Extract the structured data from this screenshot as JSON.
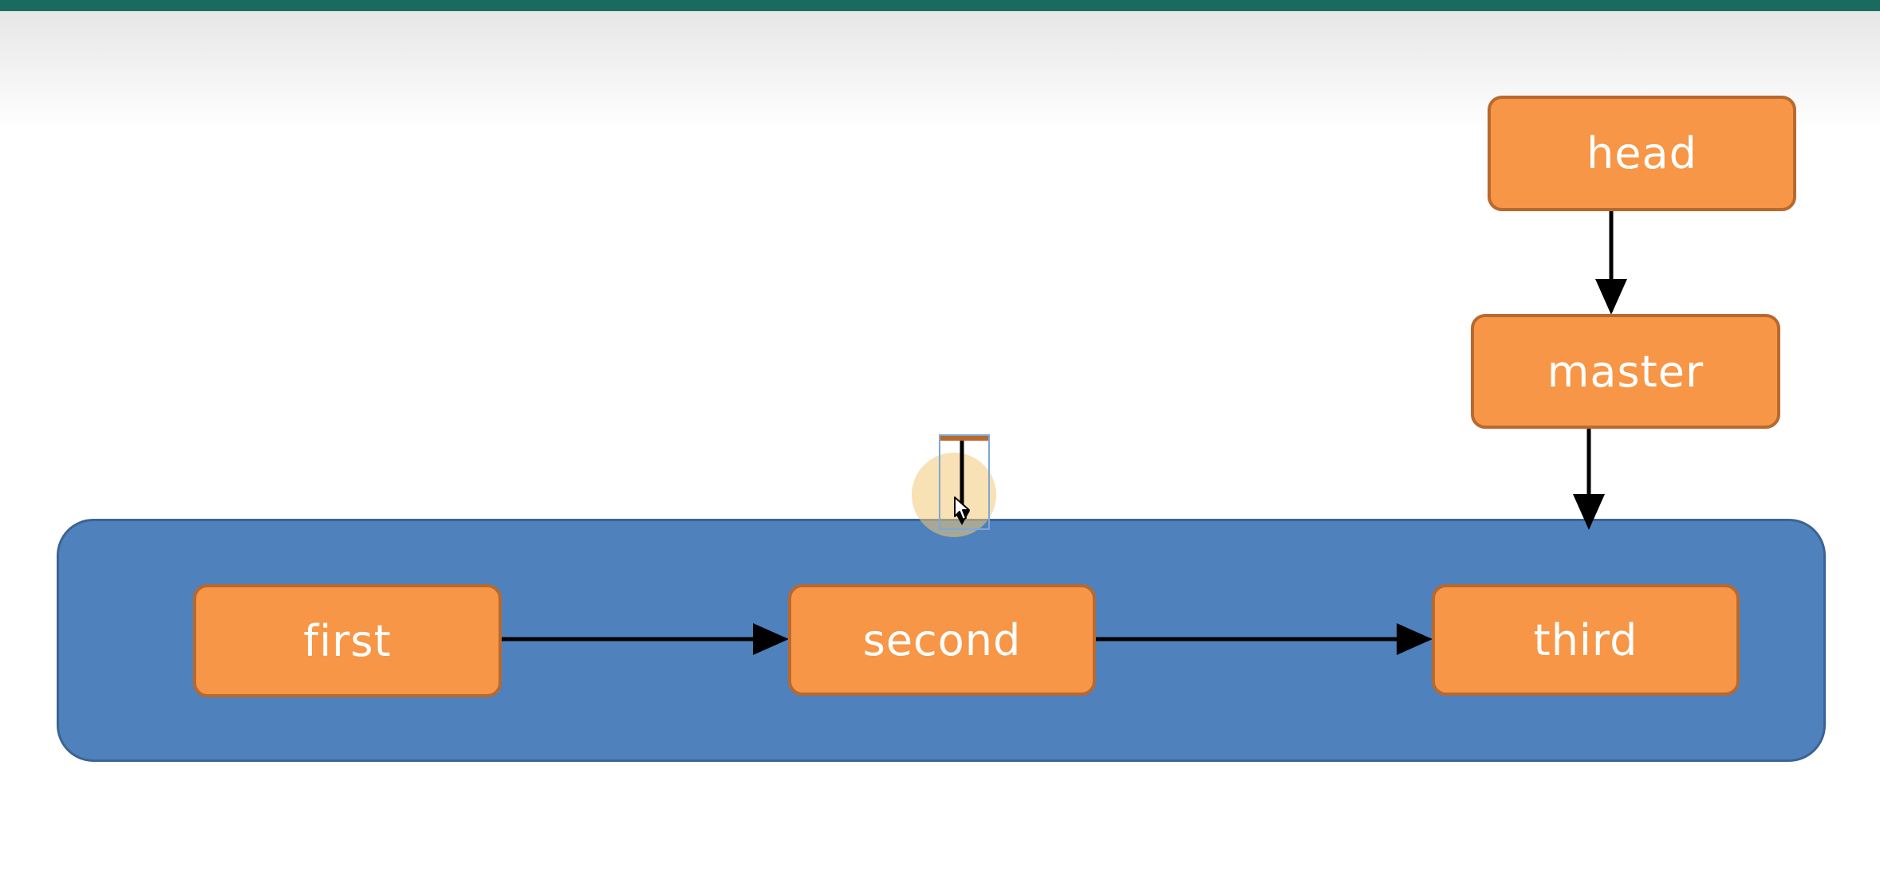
{
  "diagram": {
    "nodes": {
      "head": "head",
      "master": "master",
      "first": "first",
      "second": "second",
      "third": "third"
    },
    "edges": [
      {
        "from": "head",
        "to": "master"
      },
      {
        "from": "master",
        "to": "third"
      },
      {
        "from": "first",
        "to": "second"
      },
      {
        "from": "second",
        "to": "third"
      }
    ]
  },
  "colors": {
    "node_fill": "#f79646",
    "node_border": "#b8692e",
    "container_fill": "#4f81bd",
    "header_rule": "#1a6b5e",
    "arrow": "#000000"
  },
  "icons": {
    "cursor": "mouse-pointer-icon"
  }
}
